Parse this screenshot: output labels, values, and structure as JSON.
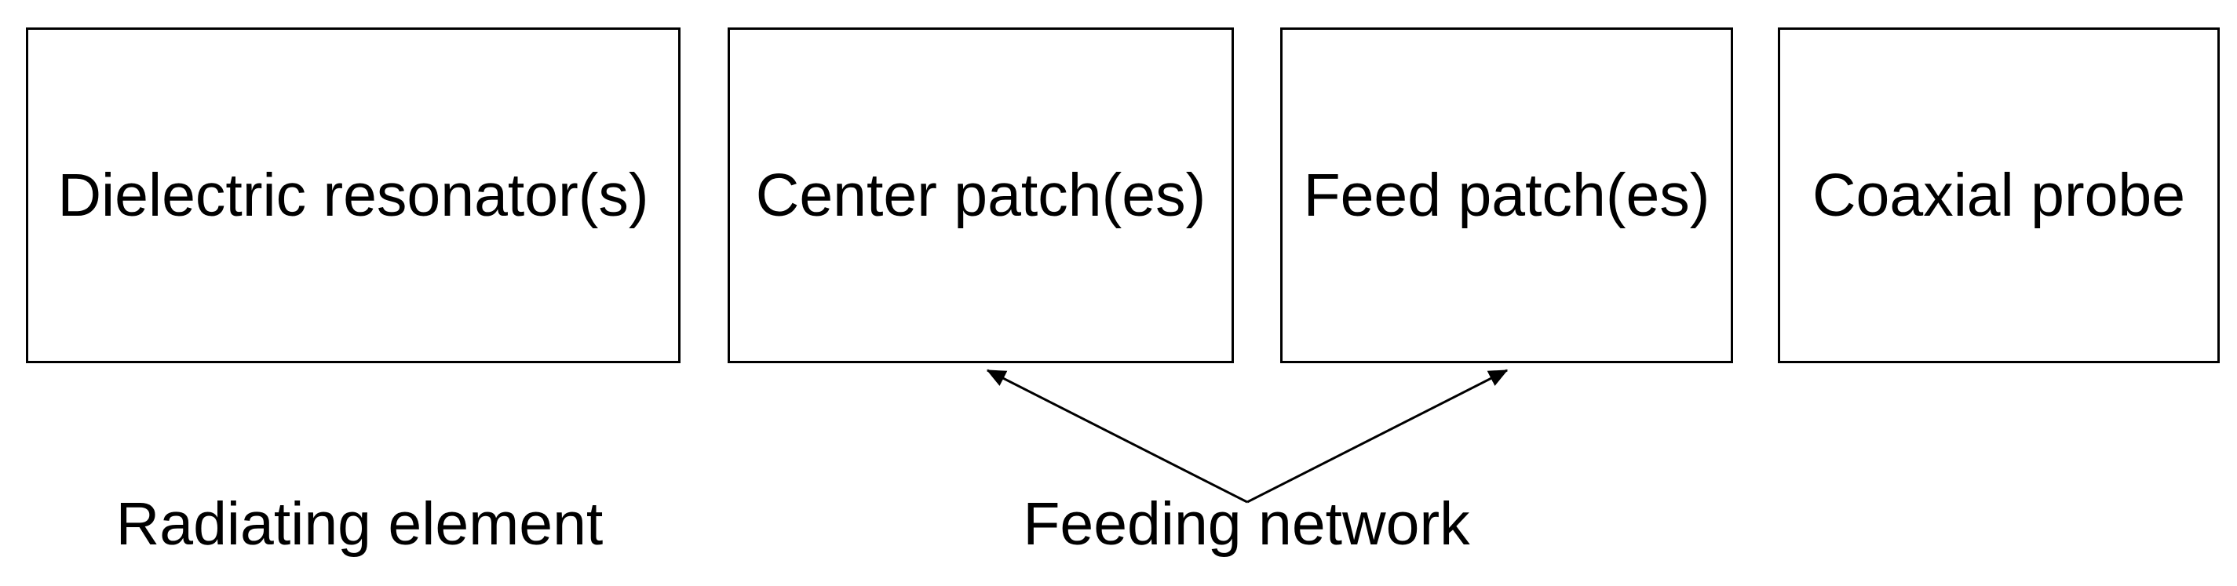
{
  "diagram": {
    "boxes": [
      {
        "id": "dielectric-resonators",
        "label": "Dielectric resonator(s)"
      },
      {
        "id": "center-patches",
        "label": "Center patch(es)"
      },
      {
        "id": "feed-patches",
        "label": "Feed patch(es)"
      },
      {
        "id": "coaxial-probe",
        "label": "Coaxial probe"
      }
    ],
    "group_labels": [
      {
        "id": "radiating-element",
        "label": "Radiating element"
      },
      {
        "id": "feeding-network",
        "label": "Feeding network"
      }
    ],
    "colors": {
      "stroke": "#000000",
      "text": "#000000",
      "background": "#ffffff"
    }
  }
}
